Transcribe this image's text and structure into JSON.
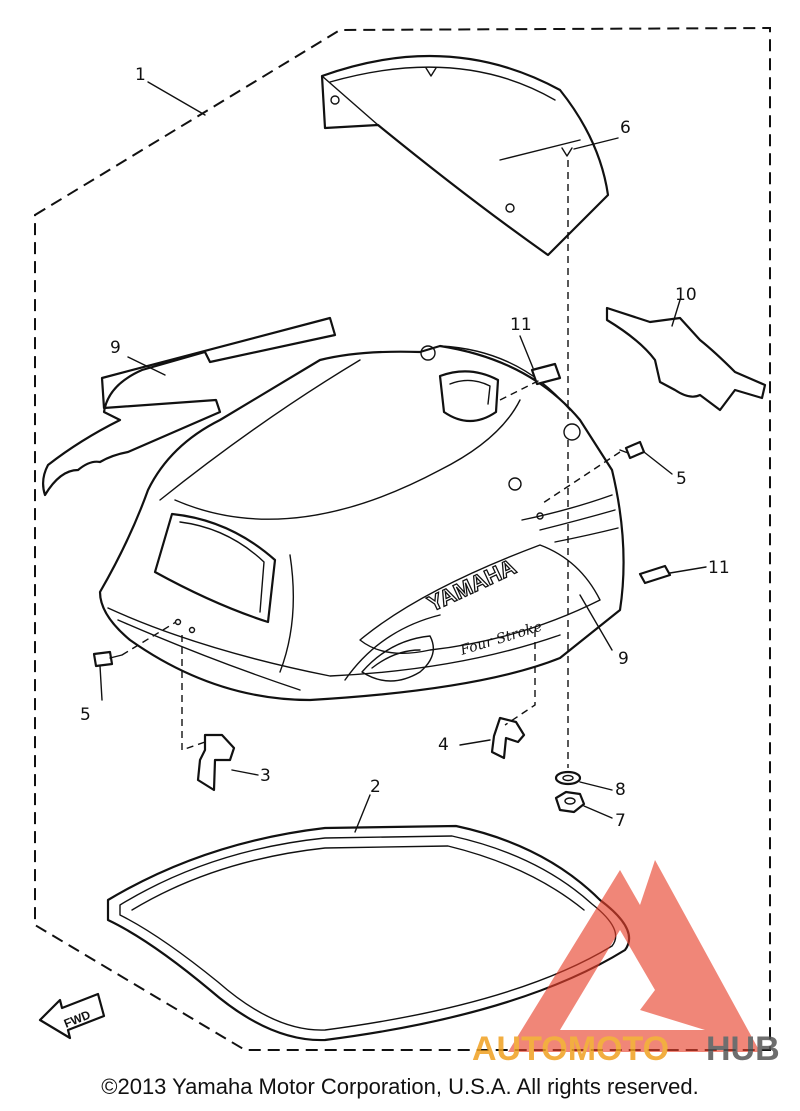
{
  "callouts": {
    "c1": "1",
    "c2": "2",
    "c3": "3",
    "c4": "4",
    "c5a": "5",
    "c5b": "5",
    "c6": "6",
    "c7": "7",
    "c8": "8",
    "c9a": "9",
    "c9b": "9",
    "c10": "10",
    "c11a": "11",
    "c11b": "11"
  },
  "cowl_markings": {
    "brand": "YAMAHA",
    "engine_type": "Four Stroke"
  },
  "fwd_arrow": "FWD",
  "watermark": {
    "part1": "AUTOMOTO",
    "part2": "HUB",
    "color_primary": "#f0a020",
    "color_secondary": "#555555",
    "logo_color": "#e8412c"
  },
  "copyright": "©2013 Yamaha Motor Corporation, U.S.A. All rights reserved."
}
